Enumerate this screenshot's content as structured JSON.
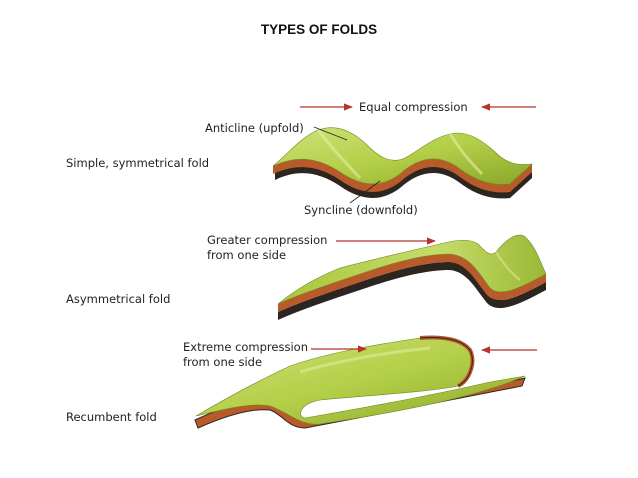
{
  "slide": {
    "title": "TYPES OF FOLDS"
  },
  "labels": {
    "equal_compression": "Equal compression",
    "anticline": "Anticline (upfold)",
    "simple_fold": "Simple, symmetrical fold",
    "syncline": "Syncline (downfold)",
    "greater_compression_1": "Greater compression",
    "greater_compression_2": "from one side",
    "asymmetrical_fold": "Asymmetrical fold",
    "extreme_compression_1": "Extreme compression",
    "extreme_compression_2": "from one side",
    "recumbent_fold": "Recumbent fold"
  },
  "colors": {
    "top_surface": "#b4cf48",
    "top_surface_light": "#cfe27a",
    "top_surface_dark": "#8aa62a",
    "edge_layer": "#b85a2a",
    "edge_dark": "#3a2a20",
    "arrow": "#b8322a"
  }
}
